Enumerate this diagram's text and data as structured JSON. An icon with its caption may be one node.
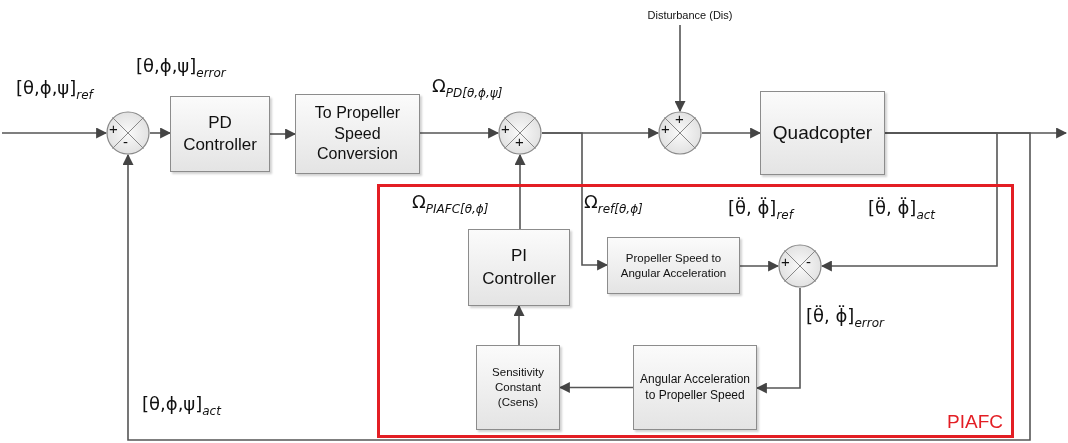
{
  "diagram": {
    "nodes": [
      {
        "text": [
          "+",
          "-"
        ]
      },
      {
        "text": [
          "PD Controller"
        ]
      },
      {
        "text": [
          "To Propeller Speed Conversion"
        ]
      },
      {
        "text": [
          "+",
          "+"
        ]
      },
      {
        "text": [
          "+",
          "+"
        ]
      },
      {
        "text": [
          "Quadcopter"
        ]
      },
      {
        "text": [
          "PIAFC"
        ]
      },
      {
        "text": [
          "PI Controller"
        ],
        "in": 6
      },
      {
        "text": [
          "Propeller Speed to Angular Acceleration"
        ],
        "in": 6
      },
      {
        "text": [
          "+",
          "-"
        ],
        "in": 6
      },
      {
        "text": [
          "Sensitivity Constant (Csens)"
        ],
        "in": 6
      },
      {
        "text": [
          "Angular Acceleration to Propeller Speed"
        ],
        "in": 6
      },
      {
        "text": [
          "Disturbance (Dis)"
        ]
      }
    ],
    "edges": [
      {
        "from": null,
        "to": 0,
        "arrow": "to",
        "label": "[θ,ϕ,ψ]$_{ref}$"
      },
      {
        "from": 0,
        "to": 1,
        "arrow": "to",
        "label": "[θ,ϕ,ψ]$_{error}$"
      },
      {
        "from": 1,
        "to": 2,
        "arrow": "to"
      },
      {
        "from": 2,
        "to": 3,
        "arrow": "to",
        "label": "Ω$_{PD[θ,ϕ,ψ]}$"
      },
      {
        "from": 3,
        "to": 4,
        "arrow": "to"
      },
      {
        "from": 12,
        "to": 4,
        "arrow": "to"
      },
      {
        "from": 4,
        "to": 5,
        "arrow": "to"
      },
      {
        "from": 5,
        "to": null,
        "arrow": "to"
      },
      {
        "from": 5,
        "to": 0,
        "arrow": "to",
        "label": "[θ,ϕ,ψ]$_{act}$"
      },
      {
        "from": 3,
        "to": 8,
        "arrow": "to",
        "label": "Ω$_{ref[θ,ϕ]}$"
      },
      {
        "from": 8,
        "to": 9,
        "arrow": "to",
        "label": "[θ̈, ϕ̈]$_{ref}$"
      },
      {
        "from": 5,
        "to": 9,
        "arrow": "to",
        "label": "[θ̈, ϕ̈]$_{act}$"
      },
      {
        "from": 9,
        "to": 11,
        "arrow": "to",
        "label": "[θ̈, ϕ̈]$_{error}$"
      },
      {
        "from": 11,
        "to": 10,
        "arrow": "to"
      },
      {
        "from": 10,
        "to": 7,
        "arrow": "to"
      },
      {
        "from": 7,
        "to": 3,
        "arrow": "to",
        "label": "Ω$_{PIAFC[θ,ϕ]}$"
      }
    ]
  }
}
